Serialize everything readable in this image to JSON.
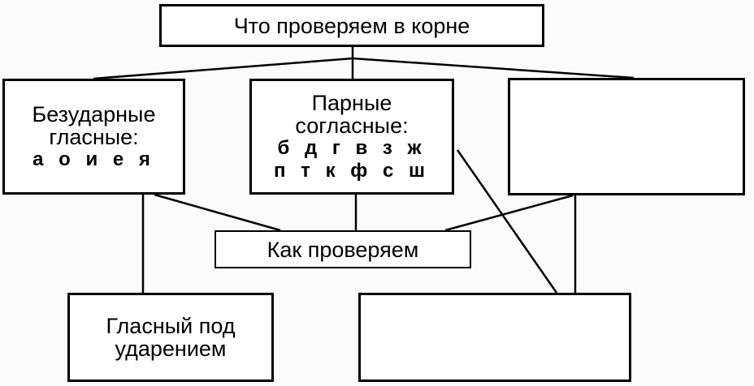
{
  "diagram": {
    "top_box": {
      "text": "Что проверяем в корне"
    },
    "vowels_box": {
      "line1": "Безударные",
      "line2": "гласные:",
      "letters": "а о и е я"
    },
    "consonants_box": {
      "line1": "Парные",
      "line2": "согласные:",
      "letters_row1": "б д г в з ж",
      "letters_row2": "п т к ф с ш"
    },
    "right_box": {
      "text": ""
    },
    "how_box": {
      "text": "Как проверяем"
    },
    "stressed_box": {
      "line1": "Гласный под",
      "line2": "ударением"
    },
    "bottom_right_box": {
      "text": ""
    }
  }
}
